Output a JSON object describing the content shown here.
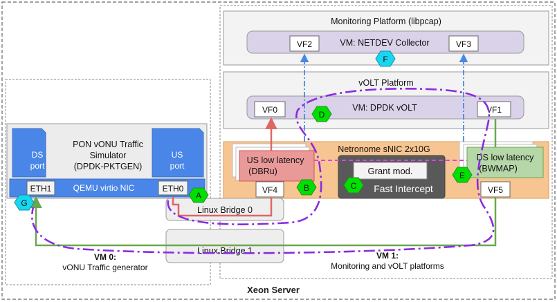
{
  "server": {
    "title": "Xeon Server"
  },
  "vm0": {
    "title": "VM 0:",
    "subtitle": "vONU Traffic generator",
    "simulator": [
      "PON vONU Traffic",
      "Simulator",
      "(DPDK-PKTGEN)"
    ],
    "ds_port": [
      "DS",
      "port"
    ],
    "us_port": [
      "US",
      "port"
    ],
    "nic_label": "QEMU virtio NIC",
    "eth1": "ETH1",
    "eth0": "ETH0"
  },
  "vm1": {
    "title": "VM 1:",
    "subtitle": "Monitoring and vOLT platforms"
  },
  "monitoring": {
    "title": "Monitoring Platform (libpcap)",
    "collector": "VM: NETDEV Collector",
    "vf2": "VF2",
    "vf3": "VF3"
  },
  "volt": {
    "title": "vOLT Platform",
    "vm_label": "VM: DPDK vOLT",
    "vf0": "VF0",
    "vf1": "VF1"
  },
  "snic": {
    "title": "Netronome sNIC 2x10G",
    "us_latency": [
      "US low latency",
      "(DBRu)"
    ],
    "ds_latency": [
      "DS low latency",
      "(BWMAP)"
    ],
    "grant": "Grant mod.",
    "fast_intercept": "Fast Intercept",
    "vf4": "VF4",
    "vf5": "VF5"
  },
  "bridges": {
    "bridge0": "Linux Bridge 0",
    "bridge1": "Linux Bridge 1"
  },
  "markers": {
    "A": "A",
    "B": "B",
    "C": "C",
    "D": "D",
    "E": "E",
    "F": "F",
    "G": "G"
  },
  "colors": {
    "blue": "#4a86e8",
    "purple": "#8a2be2",
    "green": "#6aa84f",
    "red": "#e06666",
    "orange": "#f7c591",
    "lavender": "#d9d2e9",
    "marker_green": "#00e000",
    "marker_cyan": "#17d7f0"
  }
}
